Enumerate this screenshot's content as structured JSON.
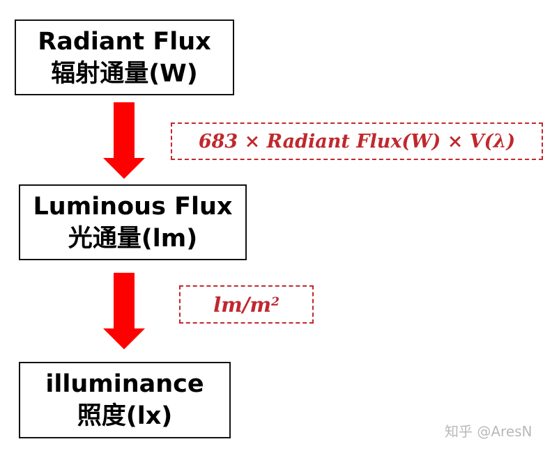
{
  "nodes": [
    {
      "name": "Radiant Flux",
      "sub": "辐射通量(W)"
    },
    {
      "name": "Luminous Flux",
      "sub": "光通量(lm)"
    },
    {
      "name": "illuminance",
      "sub": "照度(lx)"
    }
  ],
  "formulas": {
    "radiant_to_luminous": "683 × Radiant Flux(W) × V(λ)",
    "luminous_to_illuminance": {
      "base": "lm/m",
      "exponent": "2"
    }
  },
  "watermark": "知乎 @AresN",
  "colors": {
    "arrow": "#ff0000",
    "formula": "#c0282d",
    "box_border": "#111111"
  }
}
